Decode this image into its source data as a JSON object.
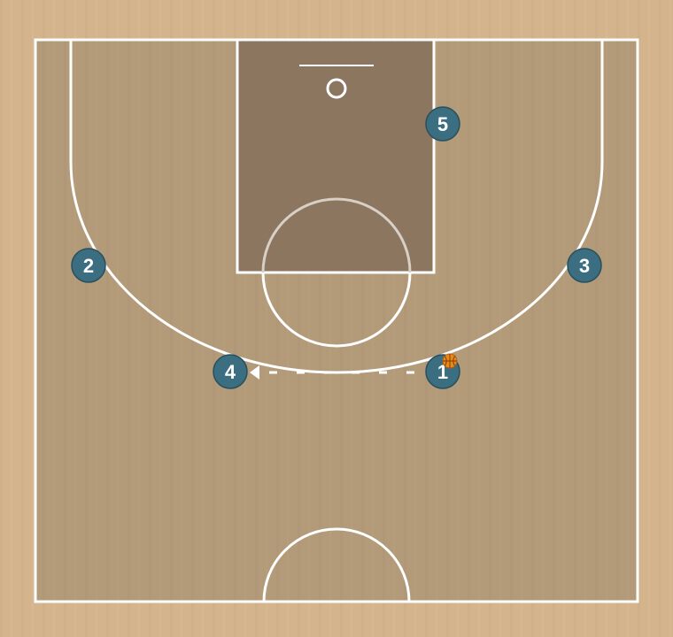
{
  "diagram": {
    "type": "basketball-half-court-play",
    "colors": {
      "floor_outer": "#d4b48c",
      "floor_inner": "#b39b7a",
      "paint": "#85705a",
      "lines": "#ffffff",
      "player_fill": "#3b6e80",
      "player_stroke": "#2a4f5c",
      "player_text": "#ffffff",
      "pass_line": "#ffffff",
      "ball": "#e8891c"
    },
    "players": [
      {
        "id": "1",
        "label": "1",
        "has_ball": true
      },
      {
        "id": "2",
        "label": "2",
        "has_ball": false
      },
      {
        "id": "3",
        "label": "3",
        "has_ball": false
      },
      {
        "id": "4",
        "label": "4",
        "has_ball": false
      },
      {
        "id": "5",
        "label": "5",
        "has_ball": false
      }
    ],
    "actions": [
      {
        "type": "pass",
        "from": "1",
        "to": "4",
        "style": "dashed"
      }
    ],
    "icons": {
      "ball": "basketball-icon",
      "pass_arrow": "arrowhead-icon"
    }
  }
}
